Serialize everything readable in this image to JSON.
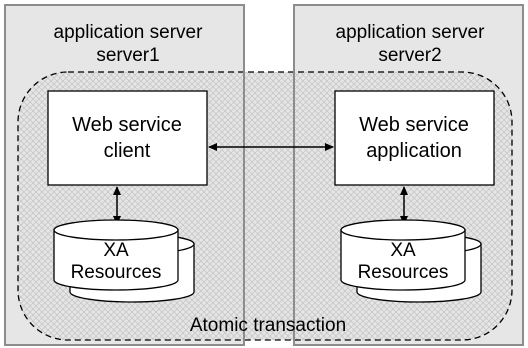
{
  "servers": [
    {
      "title_line1": "application server",
      "title_line2": "server1"
    },
    {
      "title_line1": "application server",
      "title_line2": "server2"
    }
  ],
  "components": {
    "client": {
      "line1": "Web service",
      "line2": "client"
    },
    "application": {
      "line1": "Web service",
      "line2": "application"
    }
  },
  "resources": [
    {
      "line1": "XA",
      "line2": "Resources"
    },
    {
      "line1": "XA",
      "line2": "Resources"
    }
  ],
  "transaction": {
    "label": "Atomic transaction"
  },
  "colors": {
    "server_fill": "#e6e6e6",
    "server_border": "#8c8c8c",
    "hatch": "#c8c8c8",
    "stroke": "#000000",
    "box_fill": "#ffffff"
  }
}
